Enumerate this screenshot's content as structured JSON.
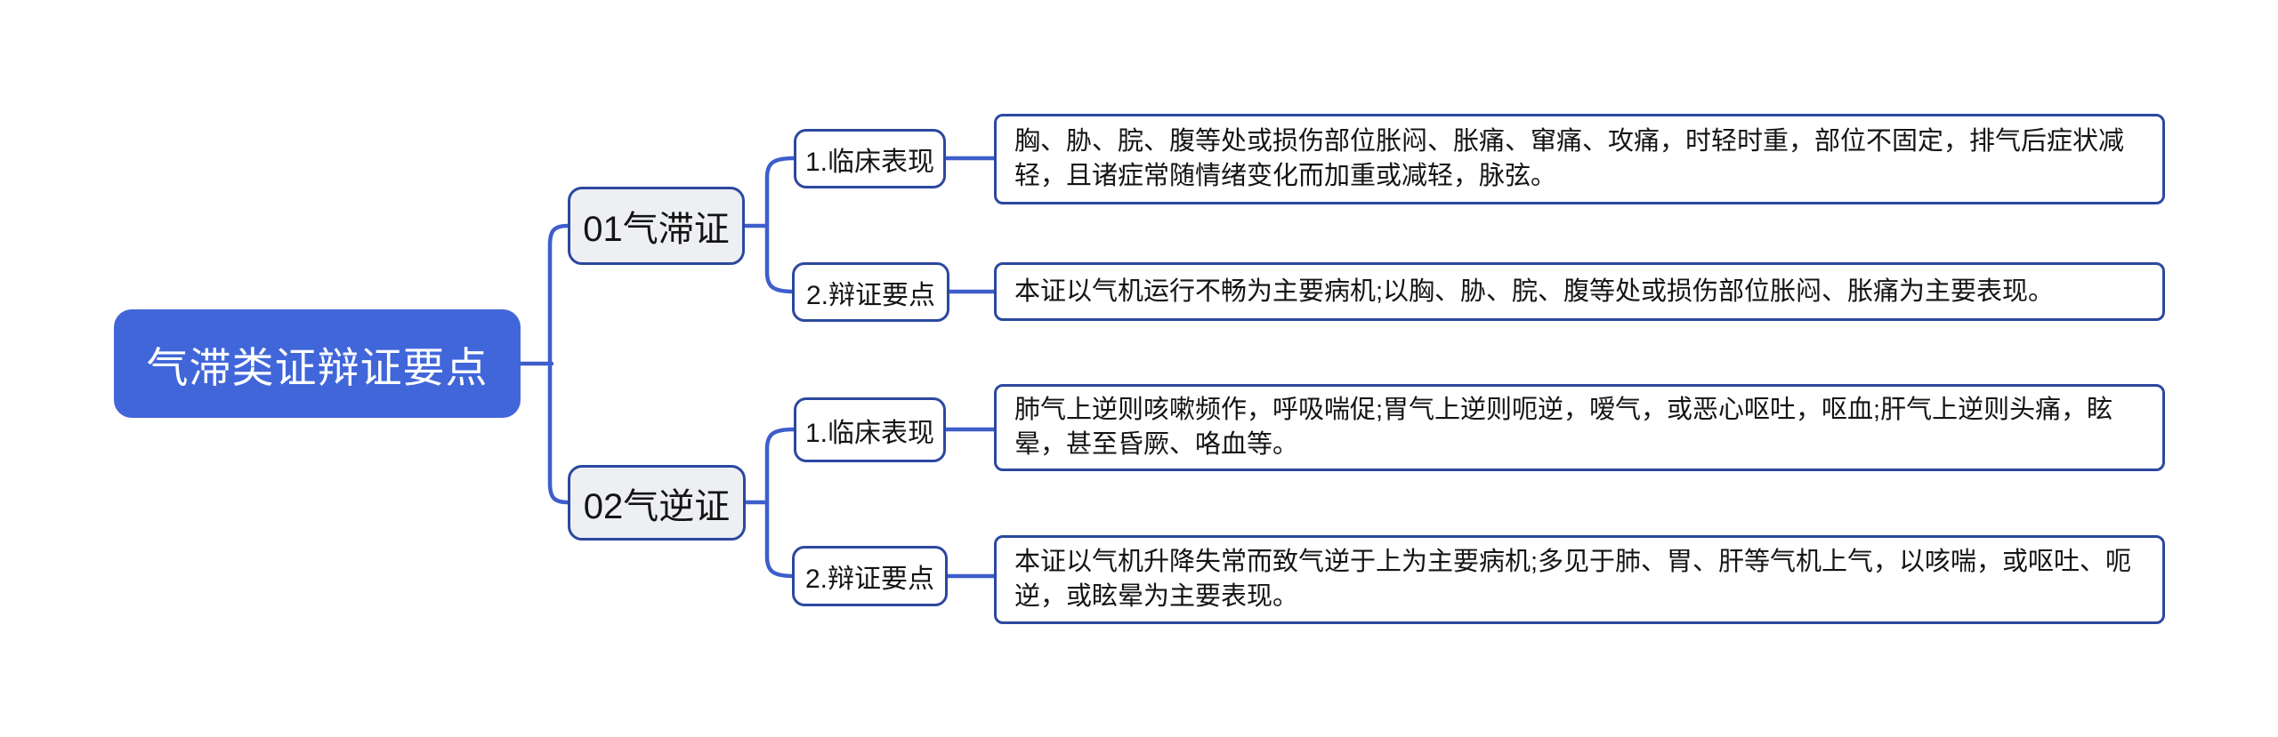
{
  "diagram": {
    "type": "mindmap",
    "root": {
      "label": "气滞类证辩证要点"
    },
    "branches": [
      {
        "label": "01气滞证",
        "children": [
          {
            "label": "1.临床表现",
            "detail": "胸、胁、脘、腹等处或损伤部位胀闷、胀痛、窜痛、攻痛，时轻时重，部位不固定，排气后症状减轻，且诸症常随情绪变化而加重或减轻，脉弦。"
          },
          {
            "label": "2.辩证要点",
            "detail": "本证以气机运行不畅为主要病机;以胸、胁、脘、腹等处或损伤部位胀闷、胀痛为主要表现。"
          }
        ]
      },
      {
        "label": "02气逆证",
        "children": [
          {
            "label": "1.临床表现",
            "detail": "肺气上逆则咳嗽频作，呼吸喘促;胃气上逆则呃逆，嗳气，或恶心呕吐，呕血;肝气上逆则头痛，眩晕，甚至昏厥、咯血等。"
          },
          {
            "label": "2.辩证要点",
            "detail": "本证以气机升降失常而致气逆于上为主要病机;多见于肺、胃、肝等气机上气，以咳喘，或呕吐、呃逆，或眩晕为主要表现。"
          }
        ]
      }
    ],
    "colors": {
      "root_bg": "#4166D9",
      "root_text": "#FFFFFF",
      "node_border": "#2B489F",
      "branch_bg": "#EDEFF2",
      "connector": "#3E5ECC",
      "text": "#141414",
      "background": "#FFFFFF"
    }
  }
}
